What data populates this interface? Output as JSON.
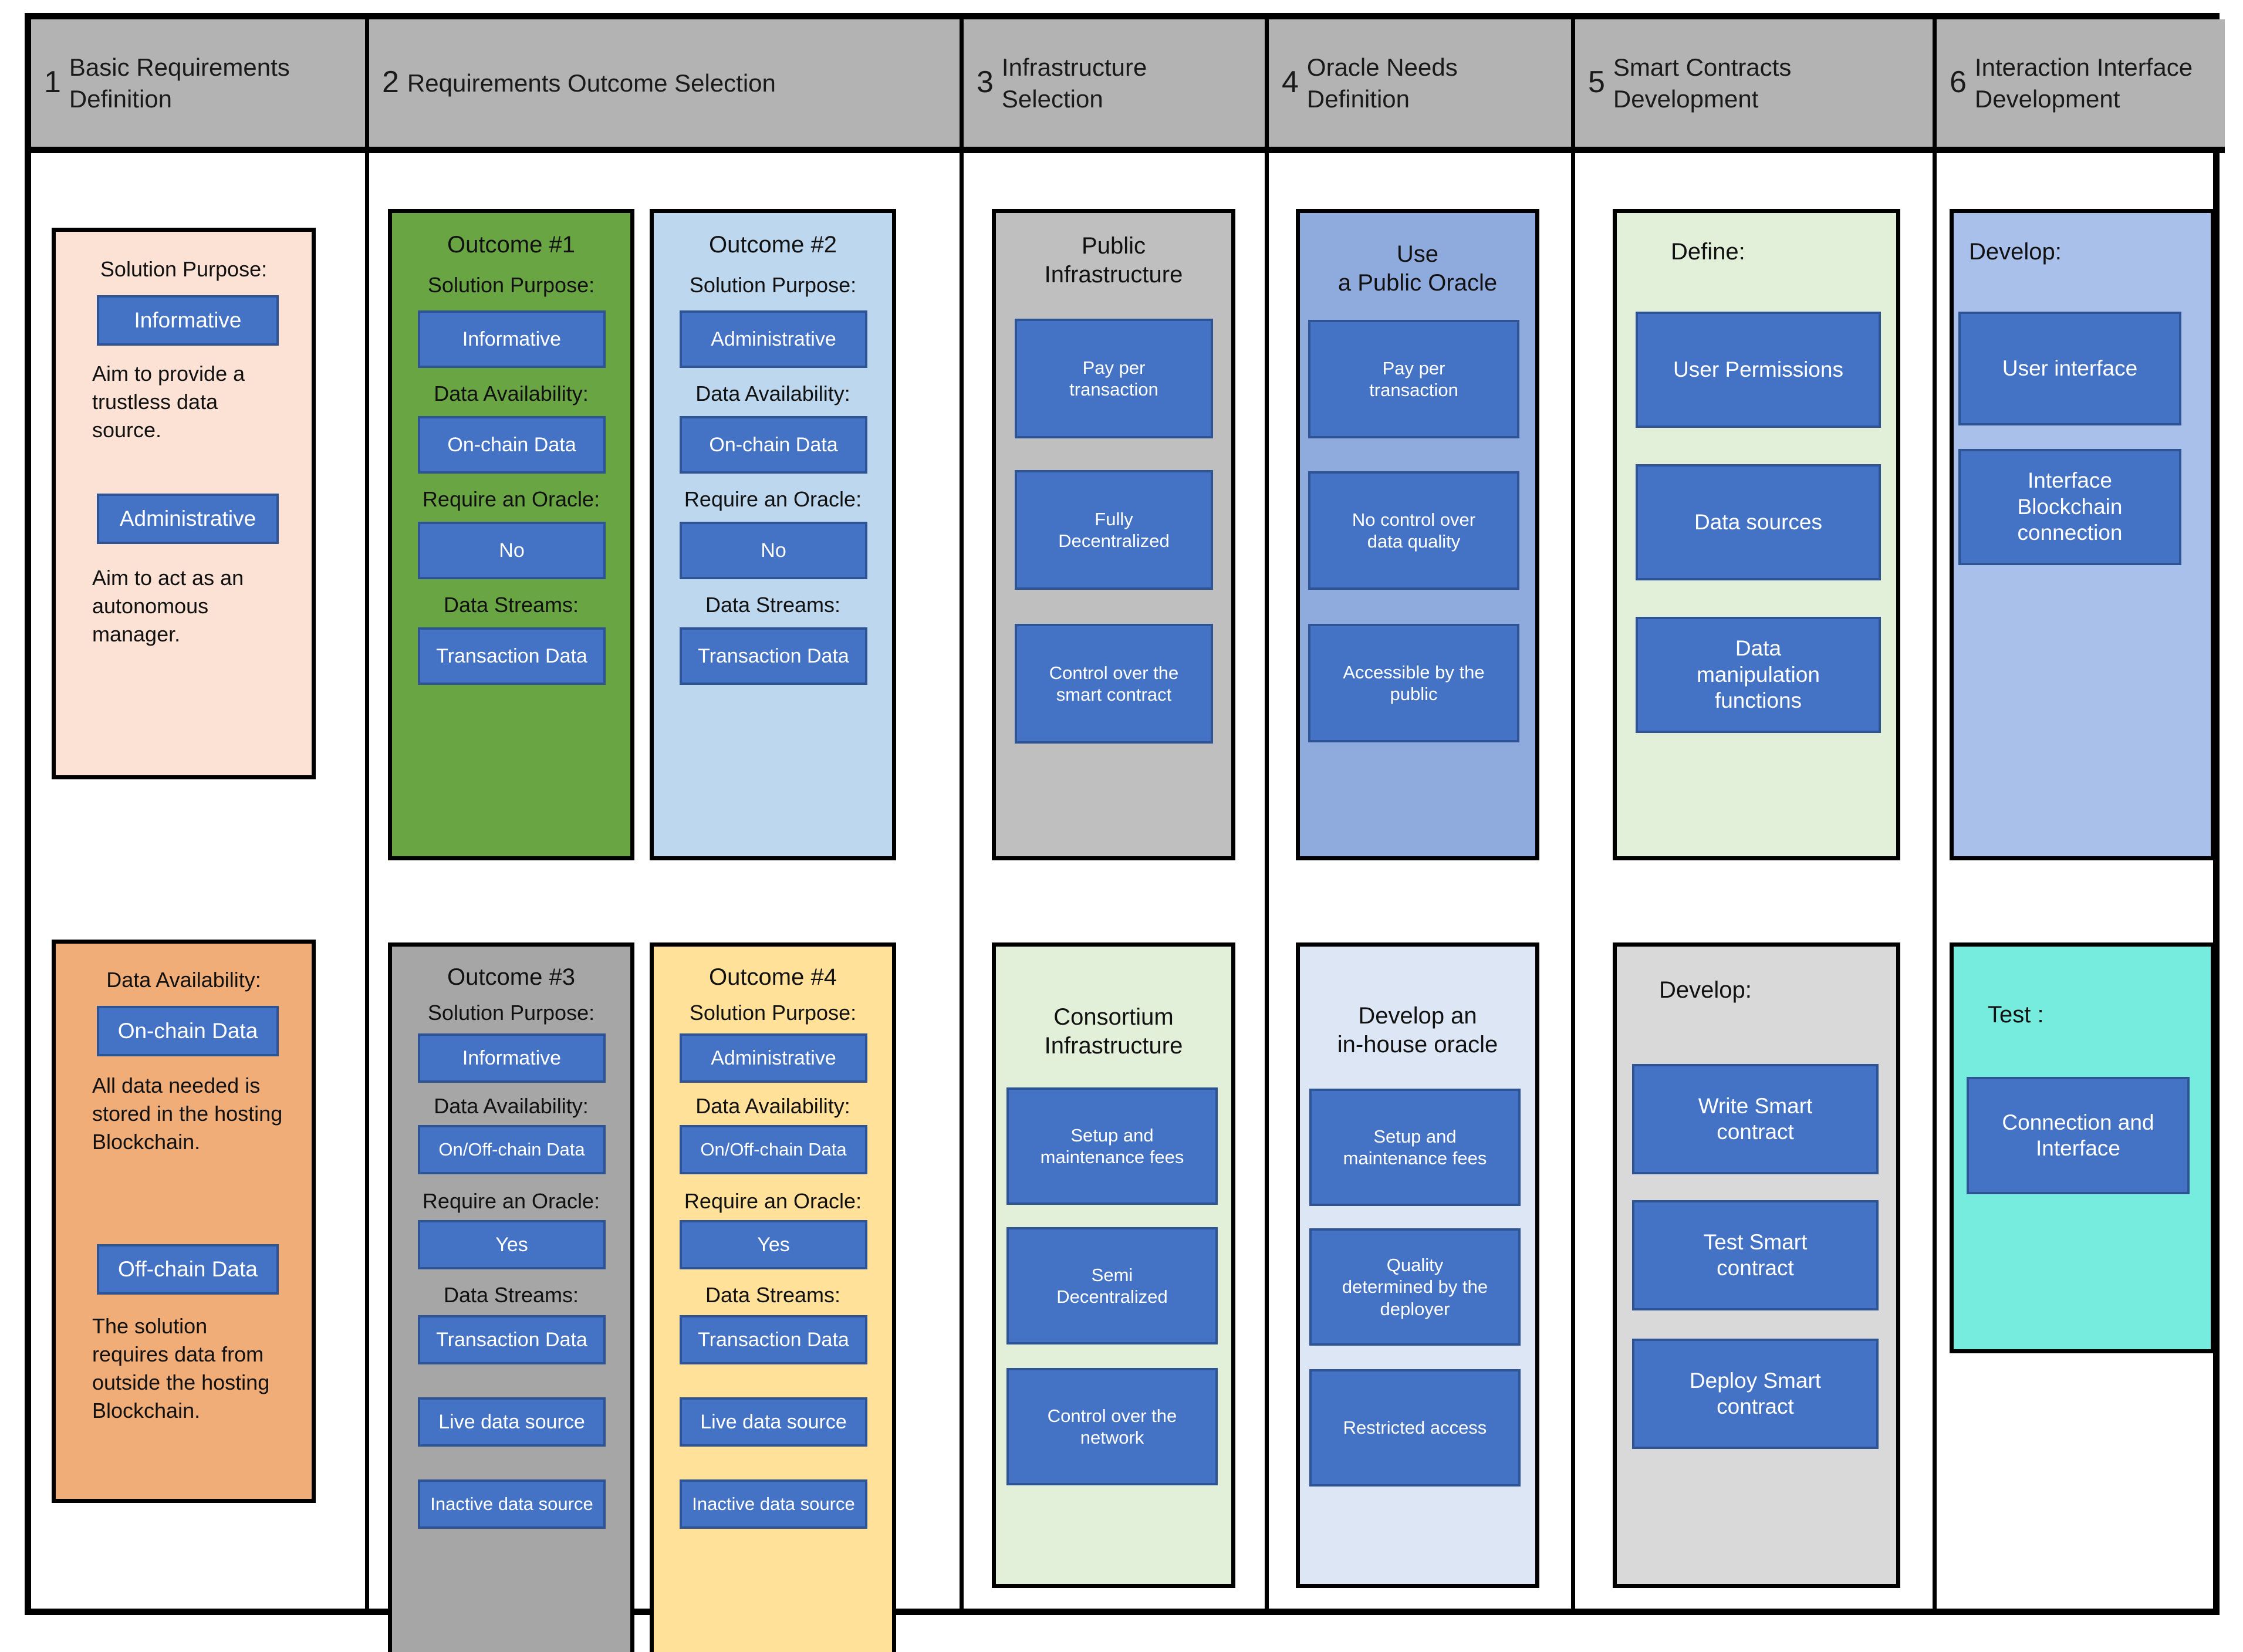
{
  "lanes": [
    {
      "number": "1",
      "title": "Basic Requirements\nDefinition"
    },
    {
      "number": "2",
      "title": "Requirements Outcome Selection"
    },
    {
      "number": "3",
      "title": "Infrastructure\nSelection"
    },
    {
      "number": "4",
      "title": "Oracle Needs\nDefinition"
    },
    {
      "number": "5",
      "title": "Smart Contracts\nDevelopment"
    },
    {
      "number": "6",
      "title": "Interaction Interface\nDevelopment"
    }
  ],
  "colors": {
    "chip_fill": "#4472c4",
    "chip_border": "#2f5496",
    "lane_header": "#b3b3b3",
    "card_purpose": "#fbe2d5",
    "card_availability": "#f0ad78",
    "outcome1": "#6aa544",
    "outcome2": "#bdd7ee",
    "outcome3": "#a6a6a6",
    "outcome4": "#ffe199",
    "public_infra": "#bfbfbf",
    "consortium_infra": "#e2efd9",
    "public_oracle": "#8faadc",
    "inhouse_oracle": "#dce6f5",
    "define_card": "#e2efd9",
    "develop_card": "#d9d9d9",
    "develop_ui_card": "#a9c0ea",
    "test_card": "#76ecde"
  },
  "col1": {
    "purpose_card": {
      "label": "Solution Purpose:",
      "chip1": "Informative",
      "desc1": "Aim to provide a trustless data source.",
      "chip2": "Administrative",
      "desc2": "Aim to act as an autonomous manager."
    },
    "availability_card": {
      "label": "Data Availability:",
      "chip1": "On-chain Data",
      "desc1": "All data needed is stored in the hosting Blockchain.",
      "chip2": "Off-chain Data",
      "desc2": "The solution requires data from outside the hosting Blockchain."
    }
  },
  "col2": {
    "field_labels": {
      "purpose": "Solution Purpose:",
      "availability": "Data Availability:",
      "oracle": "Require an Oracle:",
      "streams": "Data Streams:"
    },
    "outcomes": [
      {
        "title": "Outcome #1",
        "purpose": "Informative",
        "availability": "On-chain Data",
        "oracle": "No",
        "streams": [
          "Transaction Data"
        ]
      },
      {
        "title": "Outcome #2",
        "purpose": "Administrative",
        "availability": "On-chain Data",
        "oracle": "No",
        "streams": [
          "Transaction Data"
        ]
      },
      {
        "title": "Outcome #3",
        "purpose": "Informative",
        "availability": "On/Off-chain Data",
        "oracle": "Yes",
        "streams": [
          "Transaction Data",
          "Live data source",
          "Inactive data source"
        ]
      },
      {
        "title": "Outcome #4",
        "purpose": "Administrative",
        "availability": "On/Off-chain Data",
        "oracle": "Yes",
        "streams": [
          "Transaction Data",
          "Live data source",
          "Inactive data source"
        ]
      }
    ]
  },
  "col3": {
    "public": {
      "title": "Public\nInfrastructure",
      "chips": [
        "Pay per\ntransaction",
        "Fully\nDecentralized",
        "Control over the\nsmart contract"
      ]
    },
    "consortium": {
      "title": "Consortium\nInfrastructure",
      "chips": [
        "Setup and\nmaintenance fees",
        "Semi\nDecentralized",
        "Control over the\nnetwork"
      ]
    }
  },
  "col4": {
    "public_oracle": {
      "title": "Use\na Public Oracle",
      "chips": [
        "Pay per\ntransaction",
        "No control over\ndata quality",
        "Accessible by the\npublic"
      ]
    },
    "inhouse_oracle": {
      "title": "Develop an\nin-house oracle",
      "chips": [
        "Setup and\nmaintenance fees",
        "Quality\ndetermined by the\ndeployer",
        "Restricted access"
      ]
    }
  },
  "col5": {
    "define": {
      "title": "Define:",
      "chips": [
        "User Permissions",
        "Data sources",
        "Data\nmanipulation\nfunctions"
      ]
    },
    "develop": {
      "title": "Develop:",
      "chips": [
        "Write Smart\ncontract",
        "Test Smart\ncontract",
        "Deploy Smart\ncontract"
      ]
    }
  },
  "col6": {
    "develop": {
      "title": "Develop:",
      "chips": [
        "User interface",
        "Interface\nBlockchain\nconnection"
      ]
    },
    "test": {
      "title": "Test :",
      "chips": [
        "Connection and\nInterface"
      ]
    }
  }
}
